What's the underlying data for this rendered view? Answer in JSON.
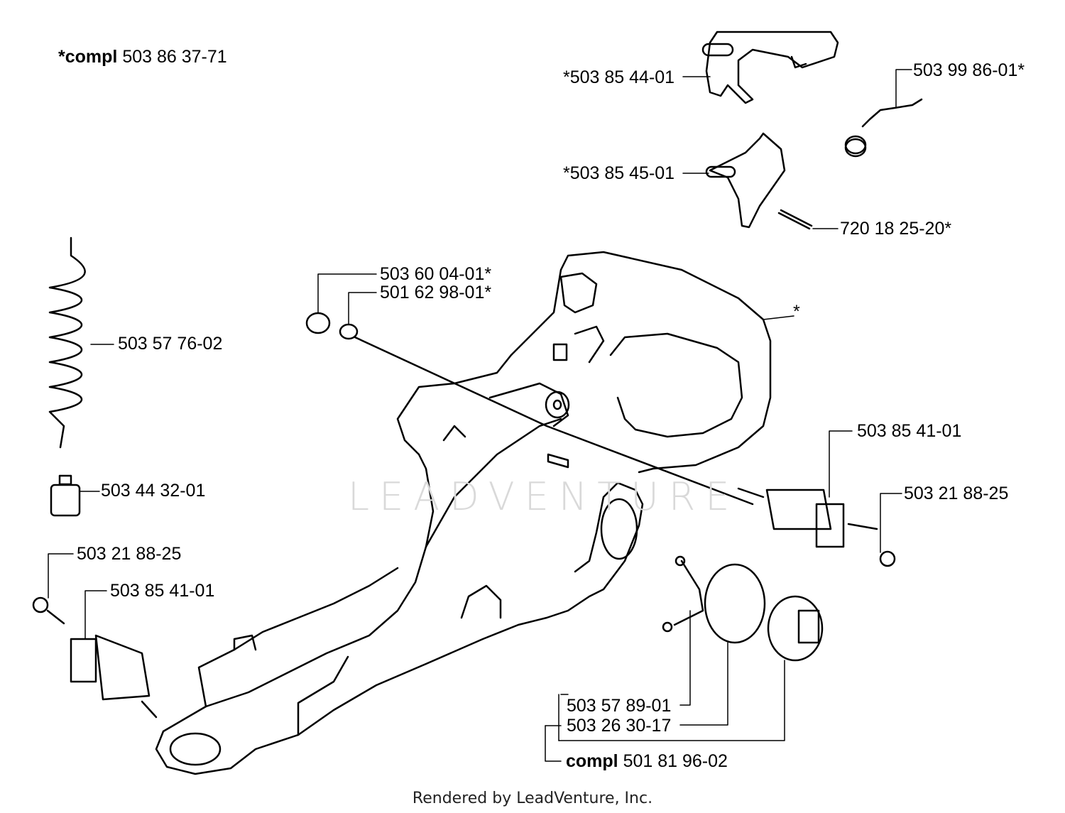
{
  "watermark": "LEADVENTURE",
  "footer": "Rendered by LeadVenture, Inc.",
  "assembly_label": {
    "bold": "*compl",
    "number": "503 86 37-71"
  },
  "star_mark": "*",
  "parts": [
    {
      "number": "*503 85 44-01"
    },
    {
      "number": "503 99 86-01*"
    },
    {
      "number": "*503 85 45-01"
    },
    {
      "number": "720 18 25-20*"
    },
    {
      "number": "503 60 04-01*"
    },
    {
      "number": "501 62 98-01*"
    },
    {
      "number": "503 57 76-02"
    },
    {
      "number": "503 44 32-01"
    },
    {
      "number": "503 85 41-01"
    },
    {
      "number": "503 21 88-25"
    },
    {
      "number": "503 21 88-25"
    },
    {
      "number": "503 85 41-01"
    },
    {
      "number": "503 57 89-01"
    },
    {
      "number": "503 26 30-17"
    }
  ],
  "cap_assembly": {
    "bold": "compl",
    "number": "501 81 96-02"
  }
}
